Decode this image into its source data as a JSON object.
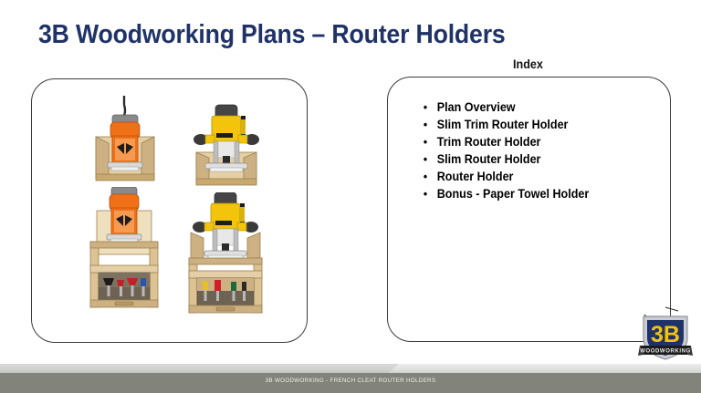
{
  "slide": {
    "title": "3B Woodworking Plans – Router Holders",
    "title_color": "#1F3368",
    "background": "#FFFFFF"
  },
  "index": {
    "heading": "Index",
    "bullet_glyph": "•",
    "items": [
      {
        "label": "Plan Overview"
      },
      {
        "label": "Slim Trim Router Holder"
      },
      {
        "label": "Trim Router Holder"
      },
      {
        "label": "Slim Router Holder"
      },
      {
        "label": "Router Holder"
      },
      {
        "label": "Bonus - Paper Towel Holder"
      }
    ]
  },
  "gallery": {
    "items": [
      {
        "name": "slim-trim-router-holder",
        "router_color": "#F07018",
        "router_type": "trim-router",
        "has_bit_shelf": false
      },
      {
        "name": "slim-router-holder",
        "router_color": "#F2C40C",
        "router_type": "plunge-router",
        "has_bit_shelf": false
      },
      {
        "name": "trim-router-holder",
        "router_color": "#F07018",
        "router_type": "trim-router",
        "has_bit_shelf": true
      },
      {
        "name": "router-holder",
        "router_color": "#F2C40C",
        "router_type": "plunge-router",
        "has_bit_shelf": true
      }
    ],
    "bit_colors_left": [
      "#1c1c1c",
      "#c22026",
      "#c22026",
      "#2b55a8"
    ],
    "bit_colors_right": [
      "#e8c21c",
      "#d0202a",
      "#1d6b3a",
      "#2a2a2a"
    ]
  },
  "footer": {
    "text": "3B WOODWORKING - FRENCH CLEAT ROUTER HOLDERS",
    "bar_color": "#82847C",
    "text_color": "#EFEFE9"
  },
  "logo": {
    "mark": "3B",
    "wordmark": "WOODWORKING",
    "shield_color": "#1F3368",
    "mark_color": "#F2C40C"
  }
}
